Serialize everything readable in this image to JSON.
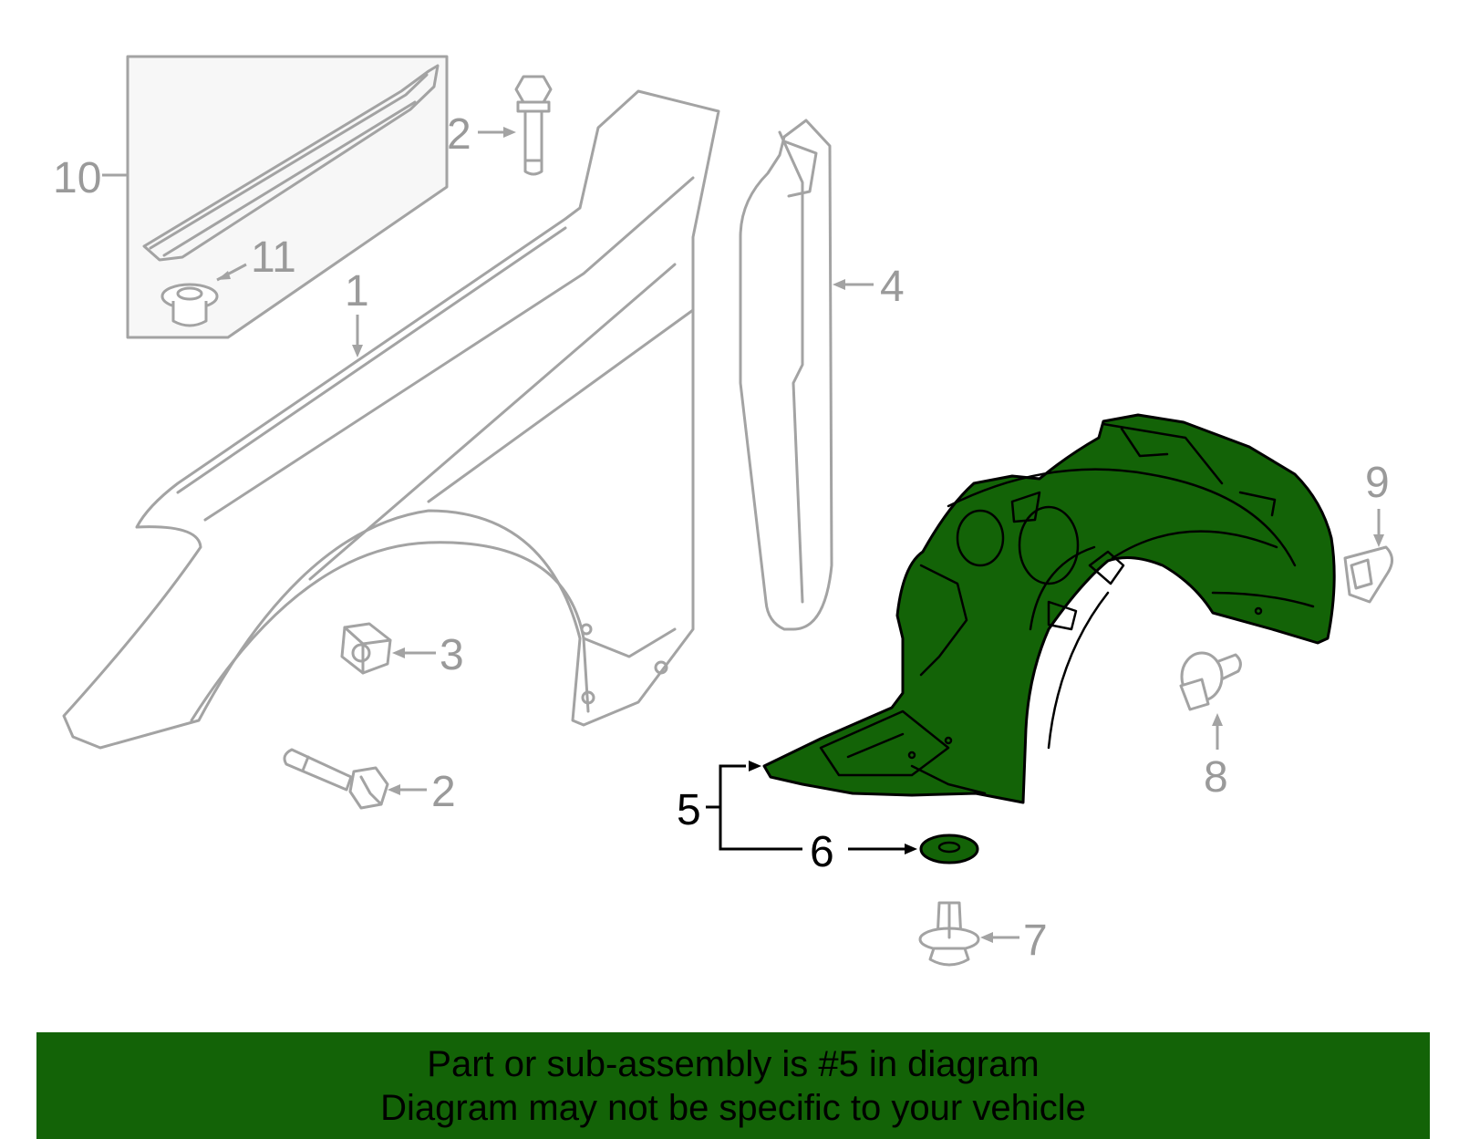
{
  "callouts": {
    "c1": "1",
    "c2a": "2",
    "c2b": "2",
    "c3": "3",
    "c4": "4",
    "c5": "5",
    "c6": "6",
    "c7": "7",
    "c8": "8",
    "c9": "9",
    "c10": "10",
    "c11": "11"
  },
  "highlight": {
    "part_number": "5",
    "color": "#136307"
  },
  "banner": {
    "line1": "Part or sub-assembly is #5 in diagram",
    "line2": "Diagram may not be specific to your vehicle",
    "color": "#136307"
  }
}
